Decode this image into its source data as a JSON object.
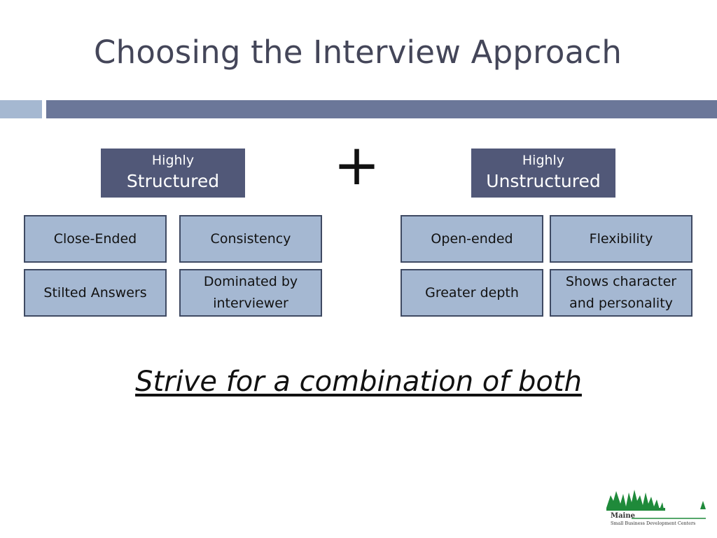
{
  "slide": {
    "title": "Choosing the Interview Approach"
  },
  "structured": {
    "line1": "Highly",
    "line2": "Structured",
    "items": [
      "Close-Ended",
      "Consistency",
      "Stilted Answers",
      "Dominated by interviewer"
    ]
  },
  "plus_symbol": "+",
  "unstructured": {
    "line1": "Highly",
    "line2": "Unstructured",
    "items": [
      "Open-ended",
      "Flexibility",
      "Greater depth",
      "Shows character and personality"
    ]
  },
  "tagline": "Strive for a combination of both",
  "logo": {
    "name": "Maine",
    "subtitle": "Small Business Development Centers",
    "colors": {
      "green": "#1f8a3a",
      "text": "#333333"
    }
  },
  "colors": {
    "title": "#444659",
    "bar_light": "#a5b8d1",
    "bar_dark": "#6b7799",
    "header_bg": "#515878",
    "cell_bg": "#a5b8d2",
    "cell_border": "#3f4a63"
  }
}
